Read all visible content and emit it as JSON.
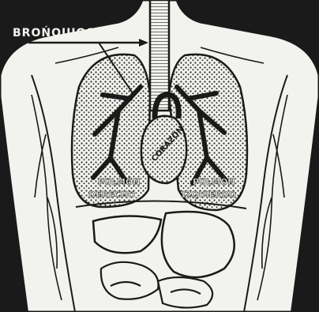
{
  "labels": {
    "bronquios": "BROŃQUIOS",
    "corazon": "CORAZÓN",
    "pulmon_derecho_1": "PULMÓN",
    "pulmon_derecho_2": "DERECHO",
    "pulmon_izquierdo_1": "PULMÓN",
    "pulmon_izquierdo_2": "IZQUIERDO"
  },
  "colors": {
    "ink": "#1a1a1a",
    "paper": "#f2f2ee",
    "stipple": "#2a2a2a"
  }
}
